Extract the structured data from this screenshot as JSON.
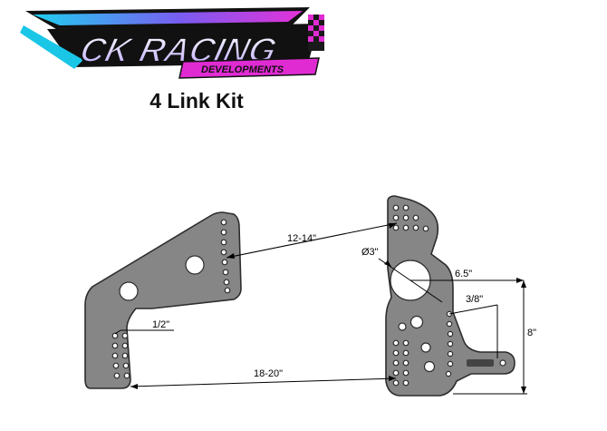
{
  "logo": {
    "brand_text": "CK RACING",
    "sub_text": "DEVELOPMENTS"
  },
  "title": "4 Link Kit",
  "dimensions": {
    "upper_link_length": "12-14\"",
    "lower_link_length": "18-20\"",
    "hole_spacing": "1/2\"",
    "axle_hole_diameter": "Ø3\"",
    "axle_offset": "6.5\"",
    "bolt_hole": "3/8\"",
    "bracket_height": "8\""
  },
  "colors": {
    "plate": "#868686",
    "outline": "#2d2d2d",
    "logo_cyan": "#19c6e6",
    "logo_magenta": "#e02bd3"
  }
}
